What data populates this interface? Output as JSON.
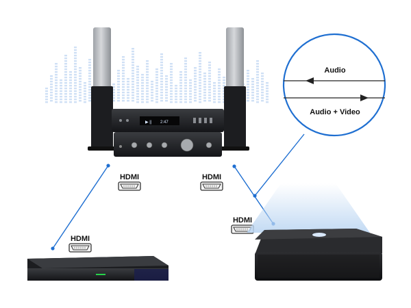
{
  "labels": {
    "hdmi_top_left": "HDMI",
    "hdmi_top_right": "HDMI",
    "hdmi_player": "HDMI",
    "hdmi_projector": "HDMI",
    "audio": "Audio",
    "audio_video": "Audio + Video"
  },
  "device_display": {
    "play_icon": "▶ ||",
    "time": "2:47"
  },
  "colors": {
    "link_line": "#1f6fd1",
    "eq_bars": "#cfe0f5",
    "device_dark": "#1c1d20",
    "speaker_grey": "#b8bbbf",
    "player_accent": "#27d34a",
    "projector_glow": "#bcd6f2"
  },
  "icons": [
    "hdmi-port-icon",
    "arrow-left-icon",
    "arrow-right-icon"
  ]
}
